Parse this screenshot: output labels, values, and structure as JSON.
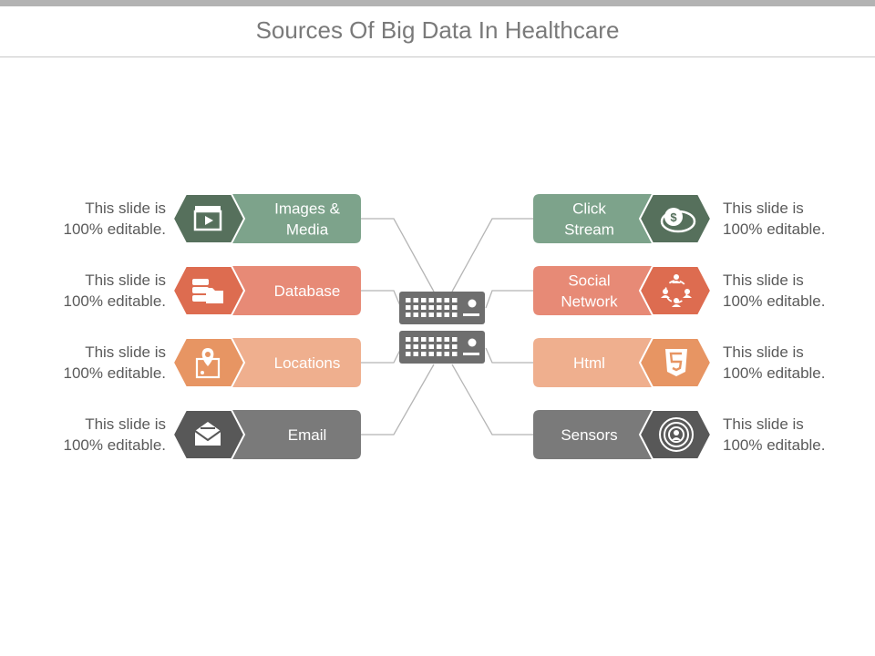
{
  "title": "Sources Of Big Data In Healthcare",
  "colors": {
    "green": "#7da38b",
    "green_dark": "#56705c",
    "coral": "#e78a76",
    "coral_dark": "#dd6c50",
    "peach": "#efaf8e",
    "peach_dark": "#e79563",
    "gray": "#7a7a7a",
    "gray_dark": "#585858"
  },
  "left": [
    {
      "label": [
        "Images &",
        "Media"
      ],
      "icon": "clapperboard-icon",
      "caption": [
        "This slide is",
        "100% editable."
      ],
      "color": "green"
    },
    {
      "label": [
        "Database"
      ],
      "icon": "database-folder-icon",
      "caption": [
        "This slide is",
        "100% editable."
      ],
      "color": "coral"
    },
    {
      "label": [
        "Locations"
      ],
      "icon": "map-pin-icon",
      "caption": [
        "This slide is",
        "100% editable."
      ],
      "color": "peach"
    },
    {
      "label": [
        "Email"
      ],
      "icon": "envelope-icon",
      "caption": [
        "This slide is",
        "100% editable."
      ],
      "color": "gray"
    }
  ],
  "right": [
    {
      "label": [
        "Click",
        "Stream"
      ],
      "icon": "money-chat-icon",
      "caption": [
        "This slide is",
        "100% editable."
      ],
      "color": "green"
    },
    {
      "label": [
        "Social",
        "Network"
      ],
      "icon": "people-network-icon",
      "caption": [
        "This slide is",
        "100% editable."
      ],
      "color": "coral"
    },
    {
      "label": [
        "Html"
      ],
      "icon": "html5-icon",
      "caption": [
        "This slide is",
        "100% editable."
      ],
      "color": "peach"
    },
    {
      "label": [
        "Sensors"
      ],
      "icon": "sensor-person-icon",
      "caption": [
        "This slide is",
        "100% editable."
      ],
      "color": "gray"
    }
  ],
  "center_icon": "server-icon"
}
